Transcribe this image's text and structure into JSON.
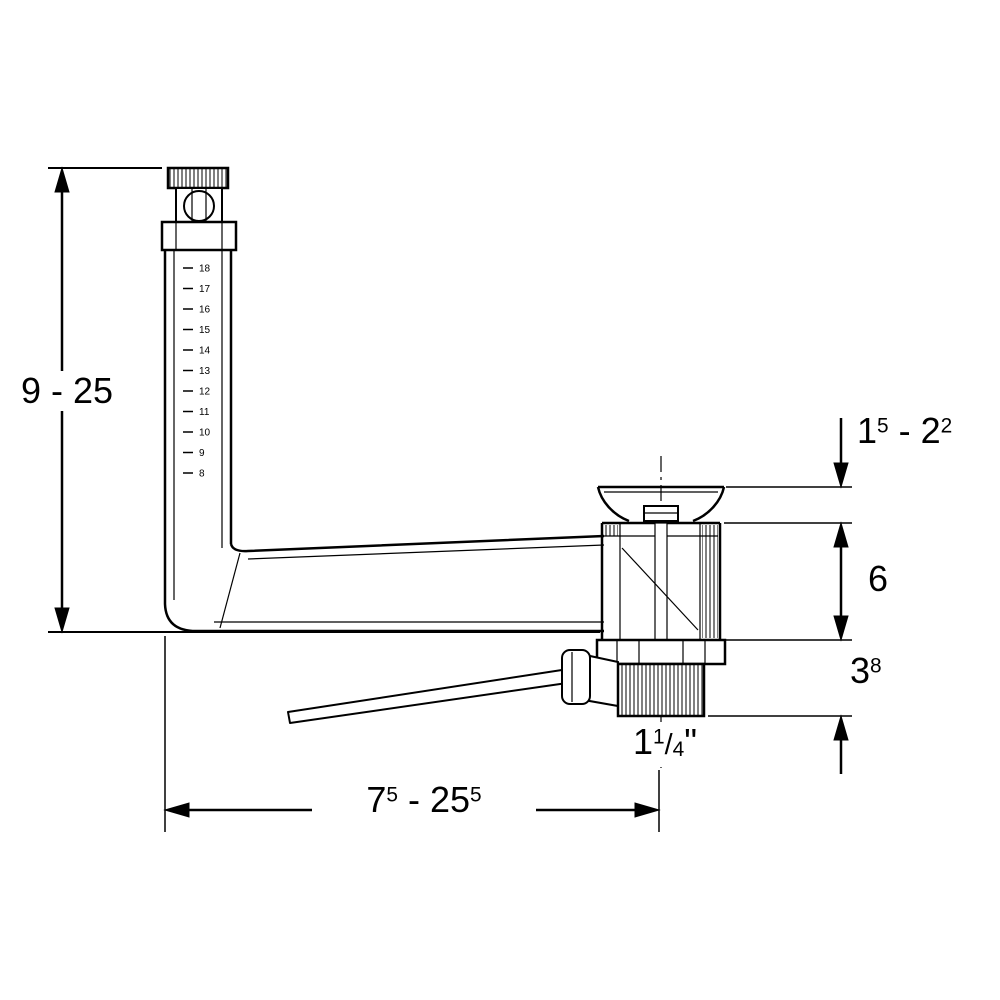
{
  "drawing": {
    "kind": "plumbing-drain-assembly-dimensional-drawing",
    "line_color": "#000000",
    "background": "#ffffff",
    "scale_numbers": [
      "18",
      "17",
      "16",
      "15",
      "14",
      "13",
      "12",
      "11",
      "10",
      "9",
      "8"
    ],
    "dims": {
      "height": "9 - 25",
      "flange": {
        "b1": "1",
        "s1": "5",
        "b2": " - 2",
        "s2": "2"
      },
      "body": "6",
      "tail": {
        "b": "3",
        "s": "8"
      },
      "width": {
        "b1": "7",
        "s1": "5",
        "b2": " - 25",
        "s2": "5"
      },
      "outlet": {
        "whole": "1",
        "num": "1",
        "slash": "/",
        "den": "4",
        "unit": "\""
      }
    }
  }
}
